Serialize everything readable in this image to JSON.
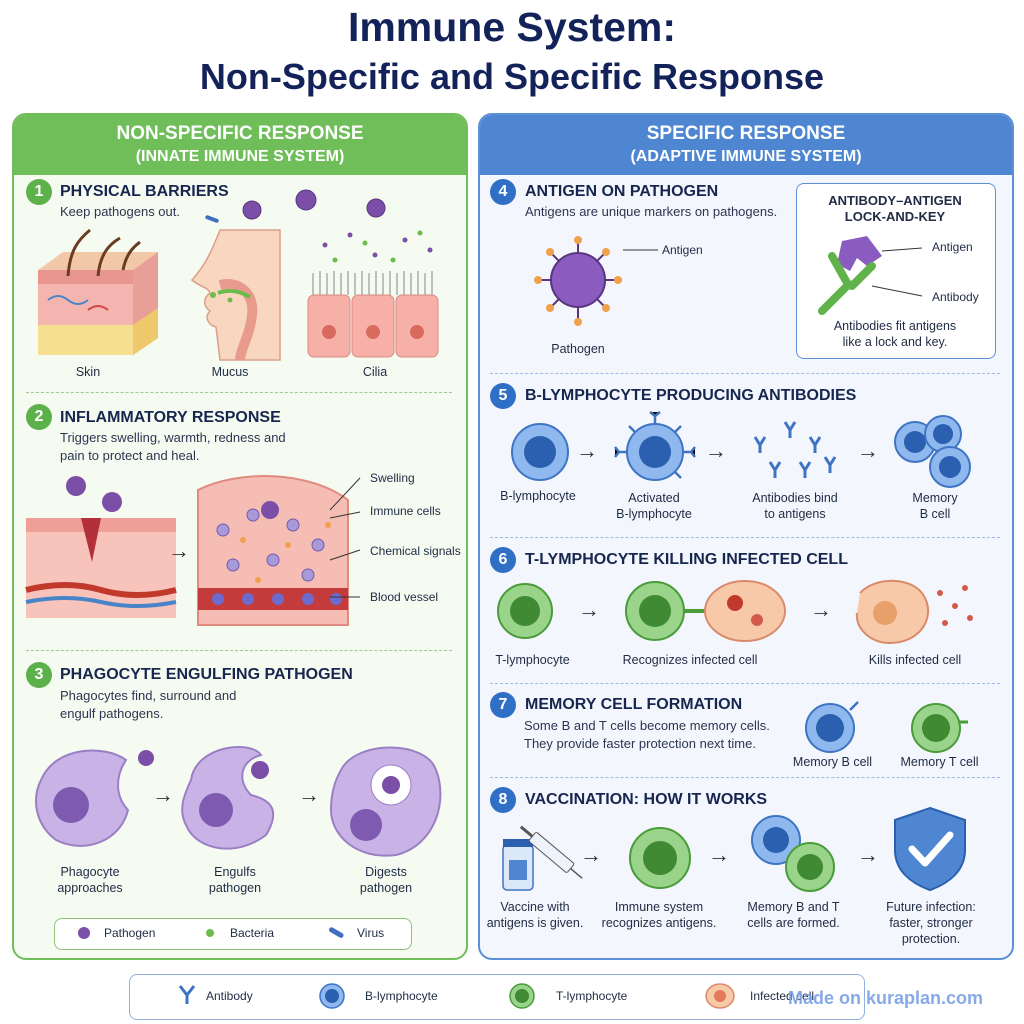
{
  "title": {
    "line1": "Immune System:",
    "line2": "Non-Specific and Specific Response"
  },
  "left_panel": {
    "heading": "NON-SPECIFIC RESPONSE",
    "subheading": "(INNATE IMMUNE SYSTEM)",
    "sections": [
      {
        "number": "1",
        "title": "PHYSICAL BARRIERS",
        "desc": "Keep pathogens out.",
        "captions": [
          "Skin",
          "Mucus",
          "Cilia"
        ]
      },
      {
        "number": "2",
        "title": "INFLAMMATORY RESPONSE",
        "desc_line1": "Triggers swelling, warmth, redness and",
        "desc_line2": "pain to protect and heal.",
        "labels": [
          "Swelling",
          "Immune cells",
          "Chemical signals",
          "Blood vessel"
        ]
      },
      {
        "number": "3",
        "title": "PHAGOCYTE ENGULFING PATHOGEN",
        "desc_line1": "Phagocytes find, surround and",
        "desc_line2": "engulf pathogens.",
        "captions": [
          [
            "Phagocyte",
            "approaches"
          ],
          [
            "Engulfs",
            "pathogen"
          ],
          [
            "Digests",
            "pathogen"
          ]
        ]
      }
    ],
    "legend": [
      "Pathogen",
      "Bacteria",
      "Virus"
    ]
  },
  "right_panel": {
    "heading": "SPECIFIC RESPONSE",
    "subheading": "(ADAPTIVE IMMUNE SYSTEM)",
    "sections": [
      {
        "number": "4",
        "title": "ANTIGEN ON PATHOGEN",
        "desc": "Antigens are unique markers on pathogens.",
        "antigen_label": "Antigen",
        "pathogen_label": "Pathogen"
      },
      {
        "number": "5",
        "title": "B-LYMPHOCYTE PRODUCING ANTIBODIES",
        "captions": [
          [
            "B-lymphocyte",
            ""
          ],
          [
            "Activated",
            "B-lymphocyte"
          ],
          [
            "Antibodies bind",
            "to antigens"
          ],
          [
            "Memory",
            "B cell"
          ]
        ]
      },
      {
        "number": "6",
        "title": "T-LYMPHOCYTE KILLING INFECTED CELL",
        "captions": [
          "T-lymphocyte",
          "Recognizes infected cell",
          "Kills infected cell"
        ]
      },
      {
        "number": "7",
        "title": "MEMORY CELL FORMATION",
        "desc_line1": "Some B and T cells become memory cells.",
        "desc_line2": "They provide faster protection next time.",
        "captions": [
          "Memory B cell",
          "Memory T cell"
        ]
      },
      {
        "number": "8",
        "title": "VACCINATION: HOW IT WORKS",
        "captions": [
          [
            "Vaccine with",
            "antigens is given."
          ],
          [
            "Immune system",
            "recognizes antigens."
          ],
          [
            "Memory B and T",
            "cells are formed."
          ],
          [
            "Future infection:",
            "faster, stronger",
            "protection."
          ]
        ]
      }
    ],
    "lock_key": {
      "title_line1": "ANTIBODY–ANTIGEN",
      "title_line2": "LOCK-AND-KEY",
      "antigen_label": "Antigen",
      "antibody_label": "Antibody",
      "desc_line1": "Antibodies fit antigens",
      "desc_line2": "like a lock and key."
    }
  },
  "bottom_legend": [
    "Antibody",
    "B-lymphocyte",
    "T-lymphocyte",
    "Infected cell"
  ],
  "watermark": "Made on kuraplan.com",
  "colors": {
    "green": "#6fbe5a",
    "blue": "#4f86d2",
    "title": "#13235a",
    "pathogen": "#7b4fa8",
    "phagocyte": "#c9b3e6"
  }
}
